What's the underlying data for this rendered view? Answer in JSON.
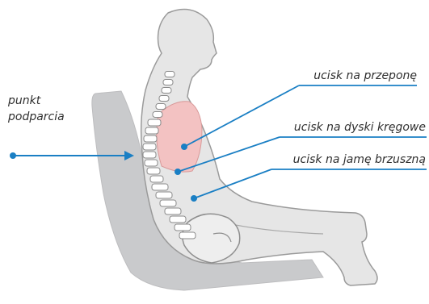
{
  "labels": {
    "support_point_line1": "punkt",
    "support_point_line2": "podparcia",
    "diaphragm": "ucisk na przeponę",
    "spinal_discs": "ucisk na dyski kręgowe",
    "abdomen": "ucisk na jamę brzuszną"
  },
  "colors": {
    "accent": "#1a7fc4",
    "seat": "#c9cacc",
    "body_fill": "#e6e6e6",
    "body_outline": "#9a9a9a",
    "lungs": "#f3c2c2",
    "vertebra": "#ffffff",
    "text": "#2f2f2f"
  }
}
